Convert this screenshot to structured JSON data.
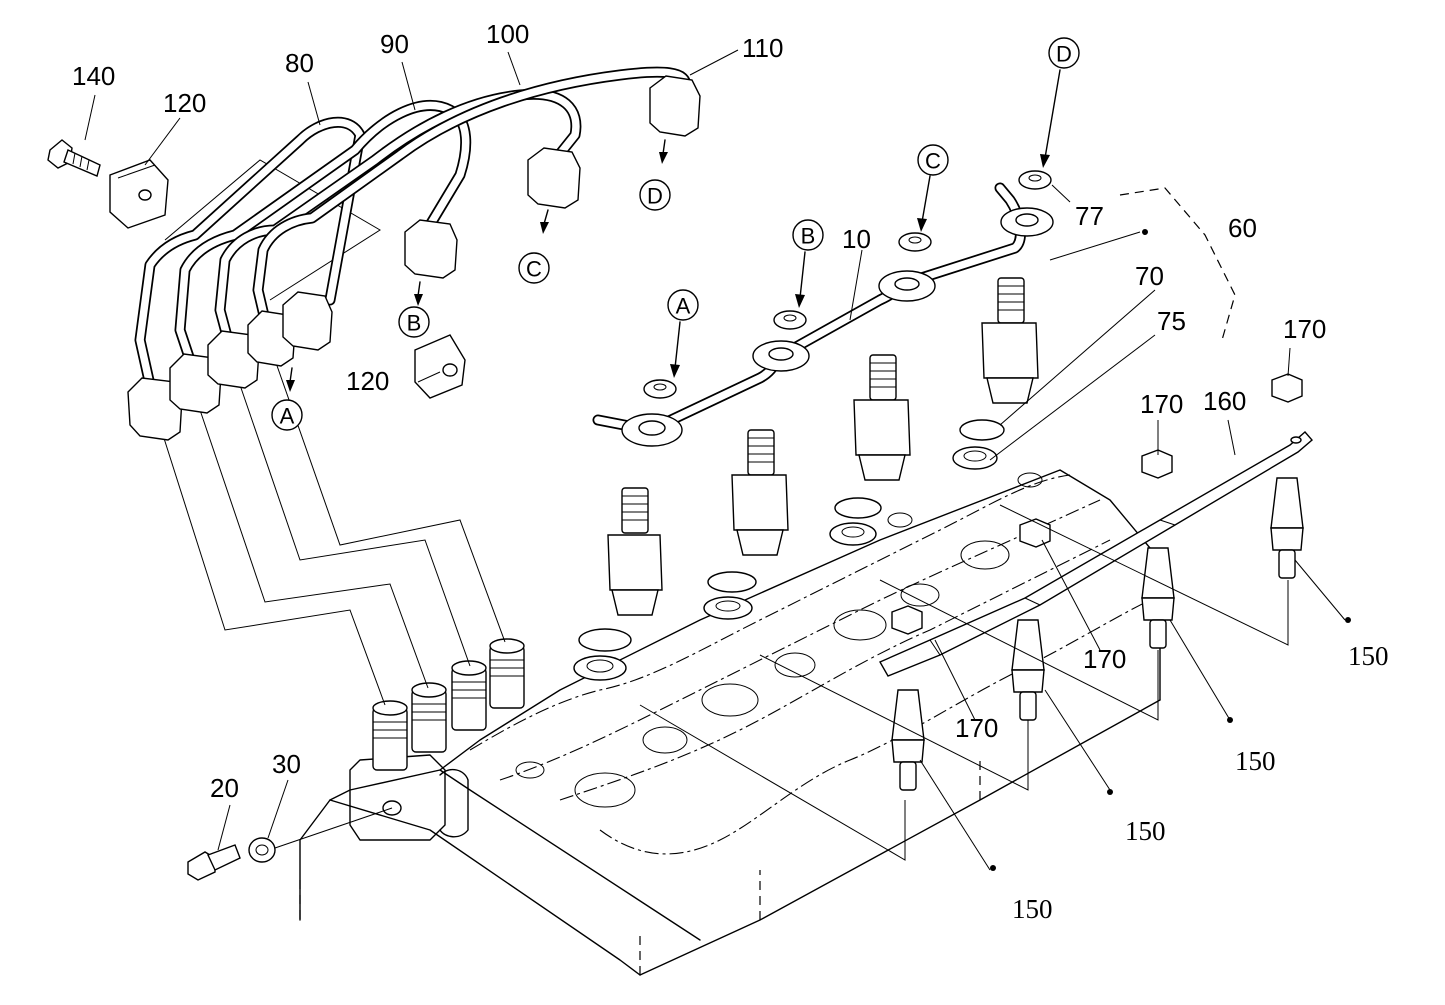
{
  "callouts": {
    "p140": "140",
    "p120a": "120",
    "p120b": "120",
    "p80": "80",
    "p90": "90",
    "p100": "100",
    "p110": "110",
    "p10": "10",
    "p77": "77",
    "p60": "60",
    "p70": "70",
    "p75": "75",
    "p170a": "170",
    "p170b": "170",
    "p170c": "170",
    "p170d": "170",
    "p160": "160",
    "p150a": "150",
    "p150b": "150",
    "p150c": "150",
    "p150d": "150",
    "p20": "20",
    "p30": "30"
  },
  "connectors": {
    "a1": "A",
    "b1": "B",
    "c1": "C",
    "d1": "D",
    "a2": "A",
    "b2": "B",
    "c2": "C",
    "d2": "D"
  },
  "colors": {
    "ink": "#000000",
    "paper": "#ffffff"
  }
}
